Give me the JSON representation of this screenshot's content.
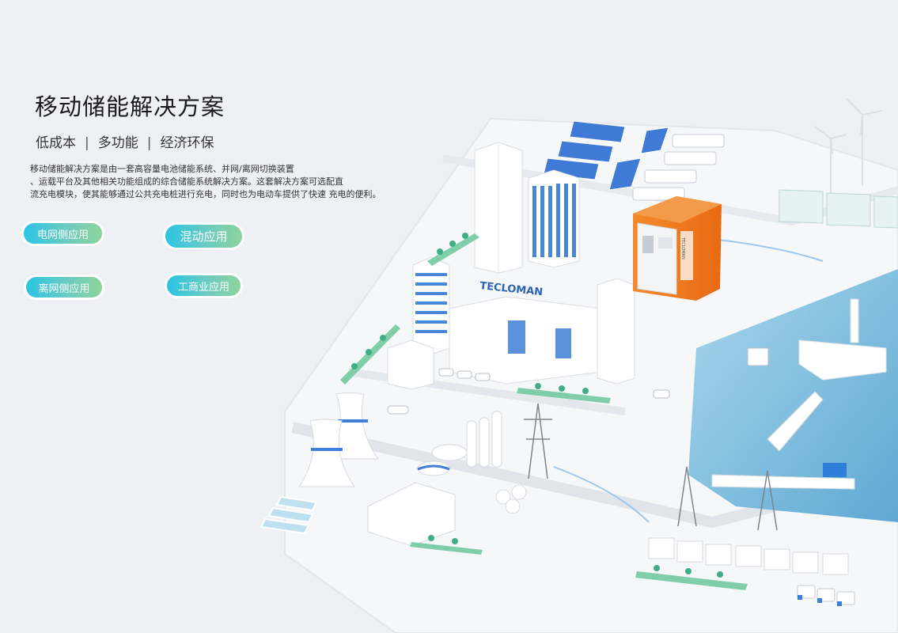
{
  "page": {
    "title": "移动储能解决方案",
    "tagline": {
      "item1": "低成本",
      "separator": "|",
      "item2": "多功能",
      "item3": "经济环保"
    },
    "description": [
      "移动储能解决方案是由一套高容量电池储能系统、并网/离网切换装置",
      "、运载平台及其他相关功能组成的综合储能系统解决方案。这套解决方案可选配直",
      "流充电模块，使其能够通过公共充电桩进行充电，同时也为电动车提供了快速 充电的便利。"
    ],
    "buttons": {
      "grid_side": "电网侧应用",
      "hybrid": "混动应用",
      "off_grid": "离网侧应用",
      "industrial": "工商业应用"
    }
  },
  "illustration": {
    "brand": "TECLOMAN",
    "container_brand": "TECLOMAN",
    "colors": {
      "background": "#eef0f3",
      "ground": "#f7f8fa",
      "accent_orange": "#f07a1e",
      "window_blue": "#4a86d8",
      "water": "#8fc8e4",
      "pill_start": "#2cc4e6",
      "pill_end": "#8dd49c"
    }
  }
}
